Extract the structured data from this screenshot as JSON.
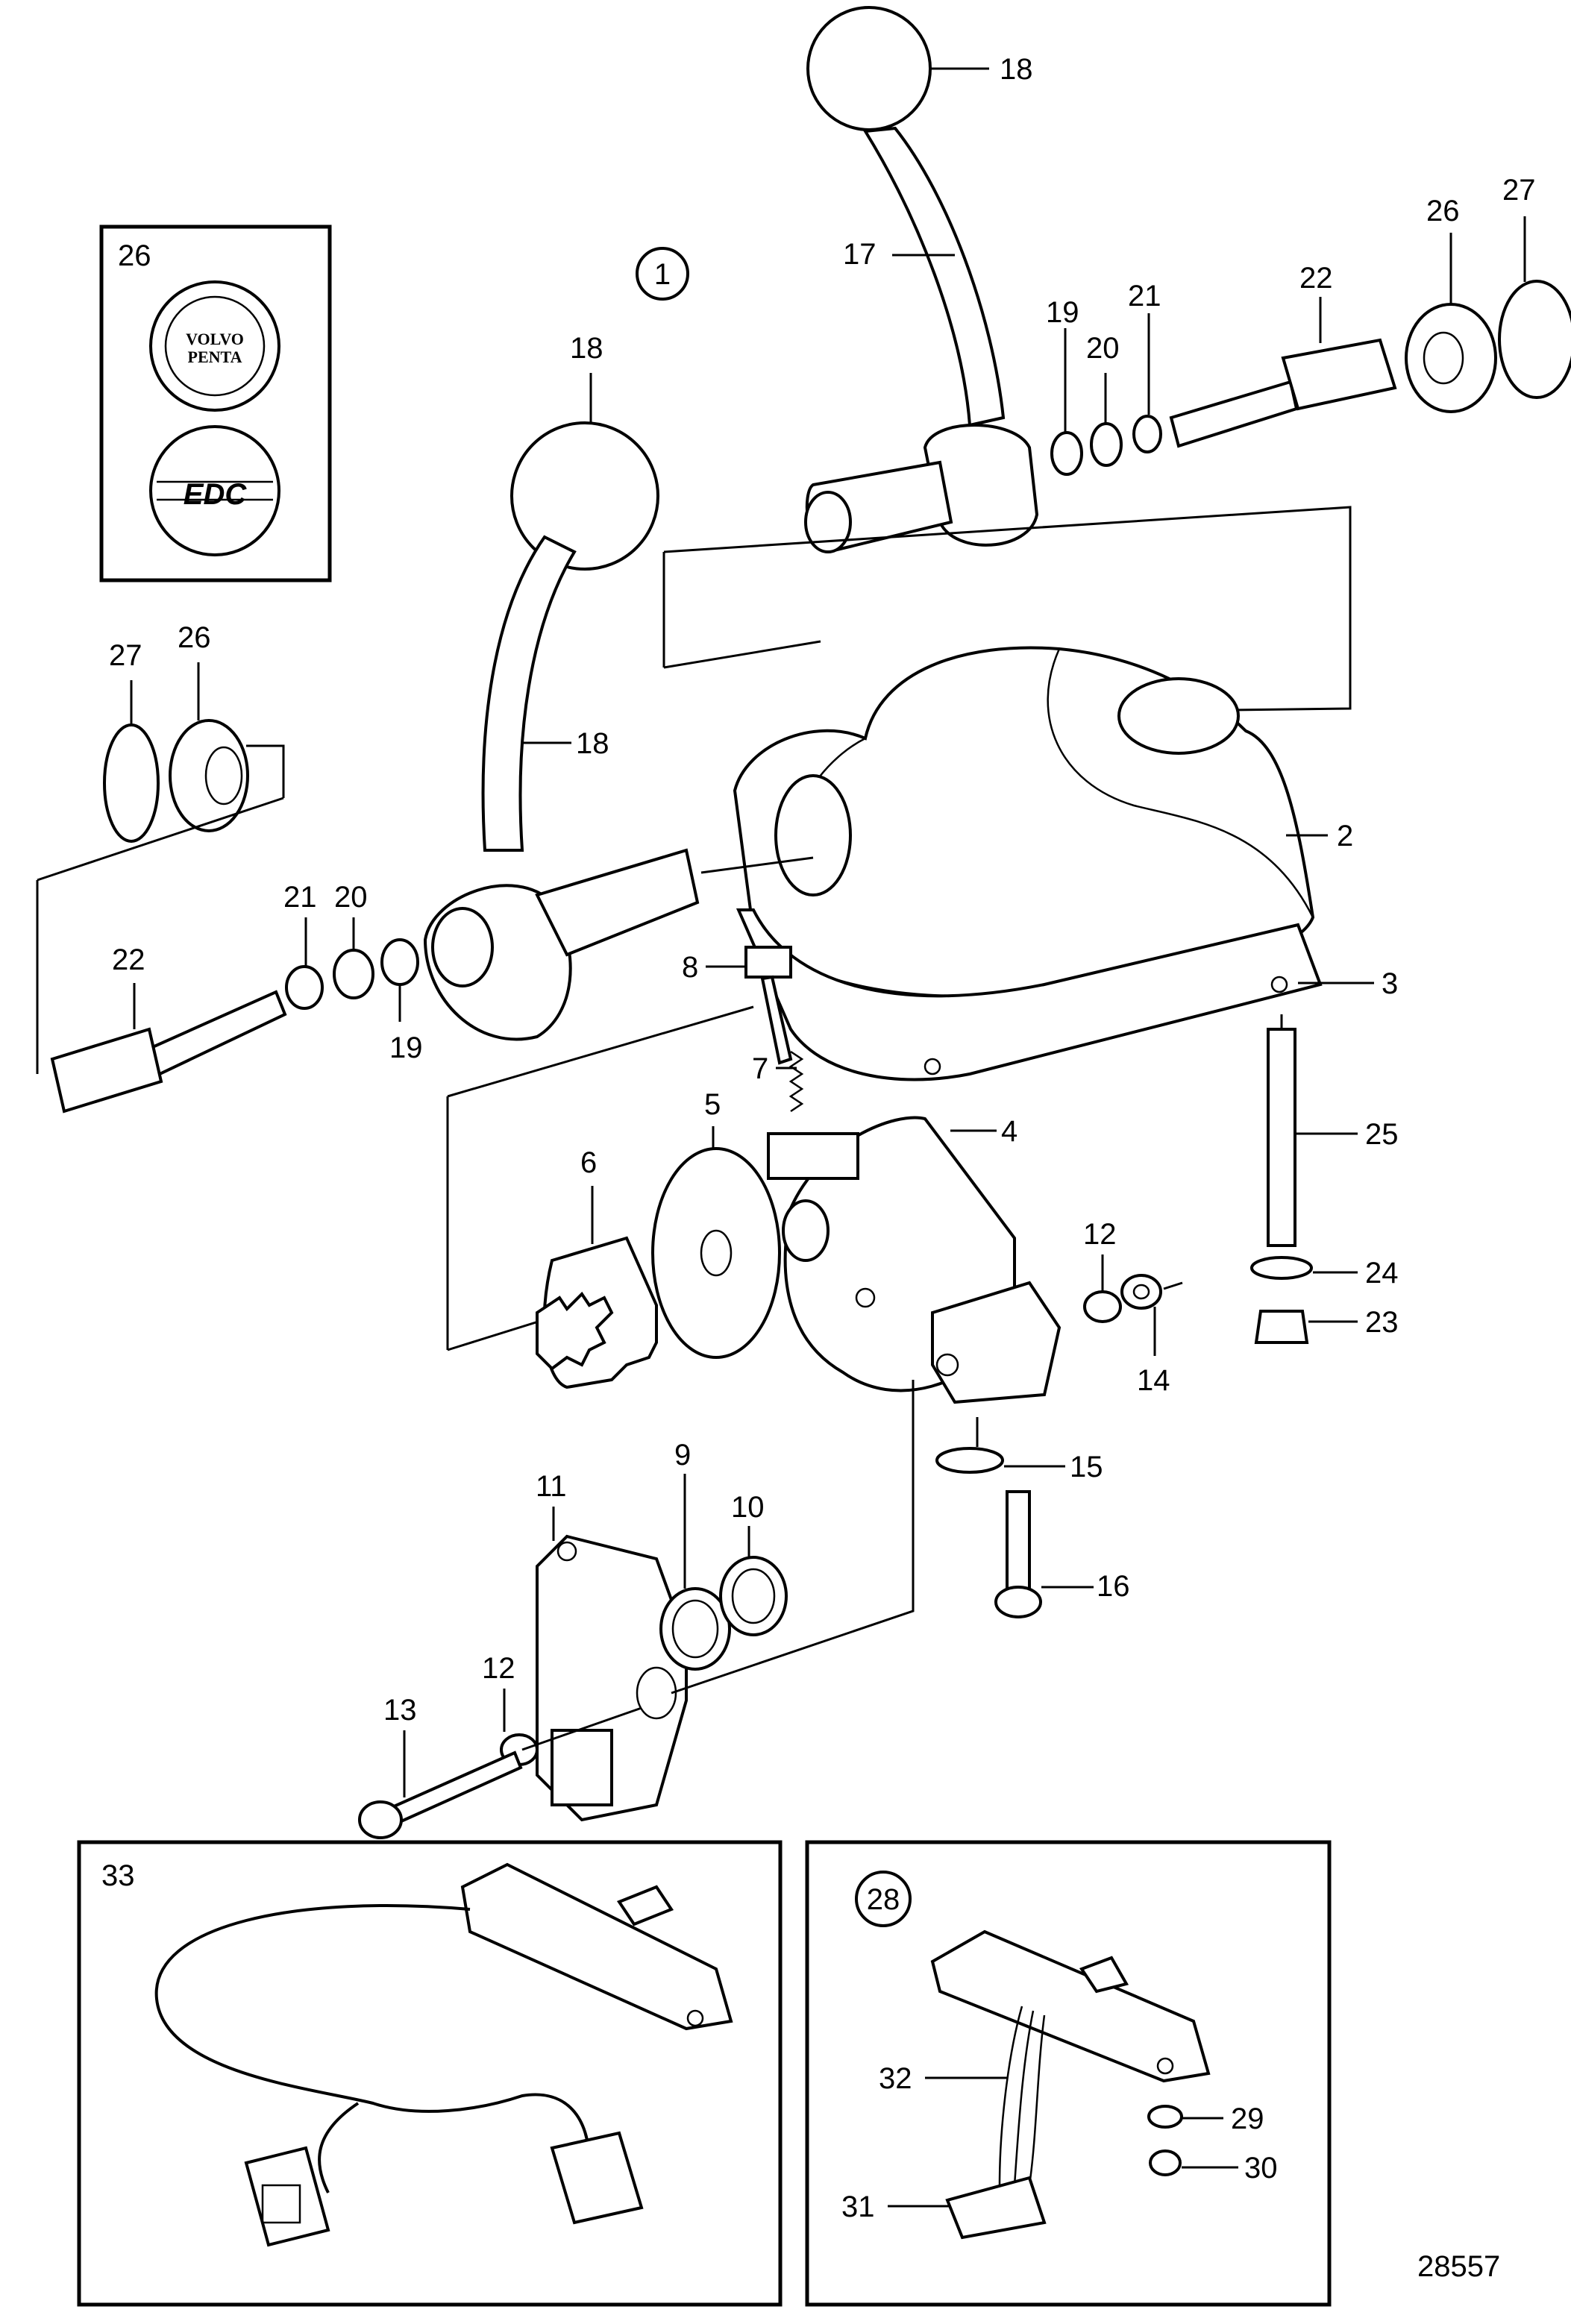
{
  "diagram": {
    "drawing_number": "28557",
    "view_marker": "1",
    "kit_marker": "28",
    "emblems": {
      "brand_line1": "VOLVO",
      "brand_line2": "PENTA",
      "edc_text": "EDC"
    },
    "callouts": {
      "c1": "18",
      "c2": "17",
      "c3": "19",
      "c4": "20",
      "c5": "21",
      "c6": "22",
      "c7": "26",
      "c8": "27",
      "c9": "26",
      "c10": "18",
      "c11": "27",
      "c12": "26",
      "c13": "18",
      "c14": "2",
      "c15": "3",
      "c16": "8",
      "c17": "21",
      "c18": "20",
      "c19": "22",
      "c20": "19",
      "c21": "7",
      "c22": "5",
      "c23": "6",
      "c24": "4",
      "c25": "25",
      "c26": "12",
      "c27": "24",
      "c28": "23",
      "c29": "14",
      "c30": "15",
      "c31": "16",
      "c32": "11",
      "c33": "9",
      "c34": "10",
      "c35": "13",
      "c36": "12",
      "c37": "33",
      "c38": "32",
      "c39": "29",
      "c40": "30",
      "c41": "31"
    }
  }
}
